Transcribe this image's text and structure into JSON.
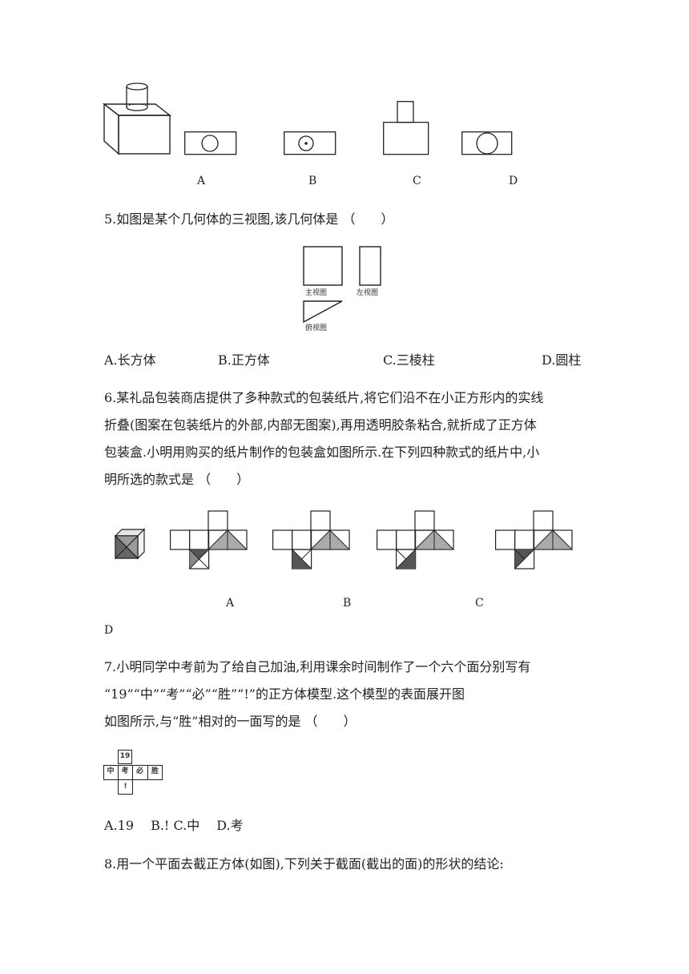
{
  "q4": {
    "labels": [
      "A",
      "B",
      "C",
      "D"
    ]
  },
  "q5": {
    "stem": "5.如图是某个几何体的三视图,该几何体是 （　　）",
    "view_labels": [
      "主视图",
      "左视图",
      "俯视图"
    ],
    "options": [
      "A.长方体",
      "B.正方体",
      "C.三棱柱",
      "D.圆柱"
    ]
  },
  "q6": {
    "lines": [
      "6.某礼品包装商店提供了多种款式的包装纸片,将它们沿不在小正方形内的实线",
      "折叠(图案在包装纸片的外部,内部无图案),再用透明胶条粘合,就折成了正方体",
      "包装盒.小明用购买的纸片制作的包装盒如图所示.在下列四种款式的纸片中,小",
      "明所选的款式是 （　　）"
    ],
    "labels": [
      "A",
      "B",
      "C",
      "D"
    ]
  },
  "q7": {
    "lines": [
      "7.小明同学中考前为了给自己加油,利用课余时间制作了一个六个面分别写有",
      "“19”“中”“考”“必”“胜”“!”的正方体模型.这个模型的表面展开图",
      "如图所示,与“胜”相对的一面写的是 （　　）"
    ],
    "net_cells": [
      "19",
      "中",
      "考",
      "必",
      "胜",
      "!"
    ],
    "options": "A.19　 B.! C.中　 D.考"
  },
  "q8": {
    "stem": "8.用一个平面去截正方体(如图),下列关于截面(截出的面)的形状的结论:"
  }
}
